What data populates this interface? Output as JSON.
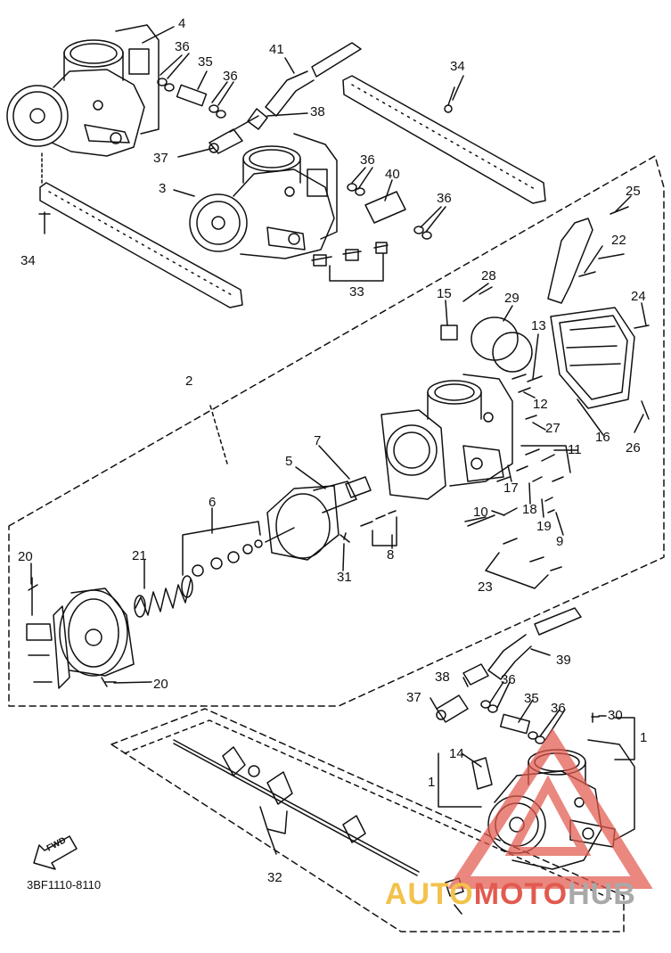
{
  "diagram": {
    "part_code": "3BF1110-8110",
    "fwd_label": "FWD",
    "watermark": {
      "part_a": "AUTO",
      "part_b": "MOTO",
      "part_c": "HUB",
      "color_a": "#f2c24a",
      "color_b": "#e25a4f",
      "color_c": "#a9a9a9"
    },
    "callouts": [
      "1",
      "2",
      "3",
      "4",
      "5",
      "6",
      "7",
      "8",
      "9",
      "10",
      "11",
      "12",
      "13",
      "14",
      "15",
      "16",
      "17",
      "18",
      "19",
      "20",
      "21",
      "22",
      "23",
      "24",
      "25",
      "26",
      "27",
      "28",
      "29",
      "30",
      "31",
      "32",
      "33",
      "34",
      "35",
      "36",
      "37",
      "38",
      "39",
      "40",
      "41"
    ]
  }
}
